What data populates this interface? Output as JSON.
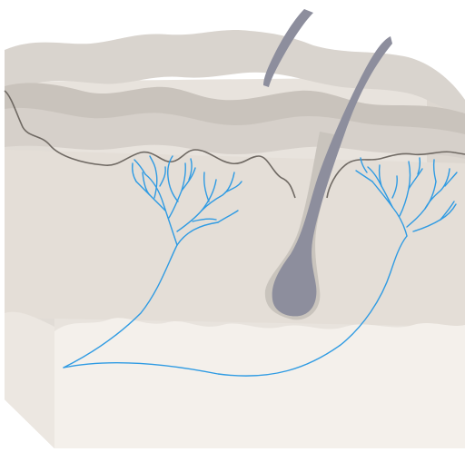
{
  "diagram": {
    "labels": [],
    "colors": {
      "background": "#ffffff",
      "skin_base": "#ebe6e0",
      "skin_front_face": "#e7e2dc",
      "skin_right_face": "#ddd7d0",
      "epidermis_top": "#d8d3cd",
      "epidermis_dark_band": "#c7c1ba",
      "epidermis_layer": "#dbd5cf",
      "dermis_mid": "#e5dfd8",
      "subcutaneous_fat": "#f5f1ec",
      "basement_line": "#6f6963",
      "hair": "#8d8e9d",
      "hair_follicle_sheath": "#c9c4bd",
      "blood_vessels": "#2f9be3"
    },
    "components": [
      "skin-block",
      "epidermis-layer",
      "dermal-papillae",
      "hair-shaft",
      "hair-follicle",
      "capillary-network",
      "subcutaneous-fat"
    ]
  }
}
